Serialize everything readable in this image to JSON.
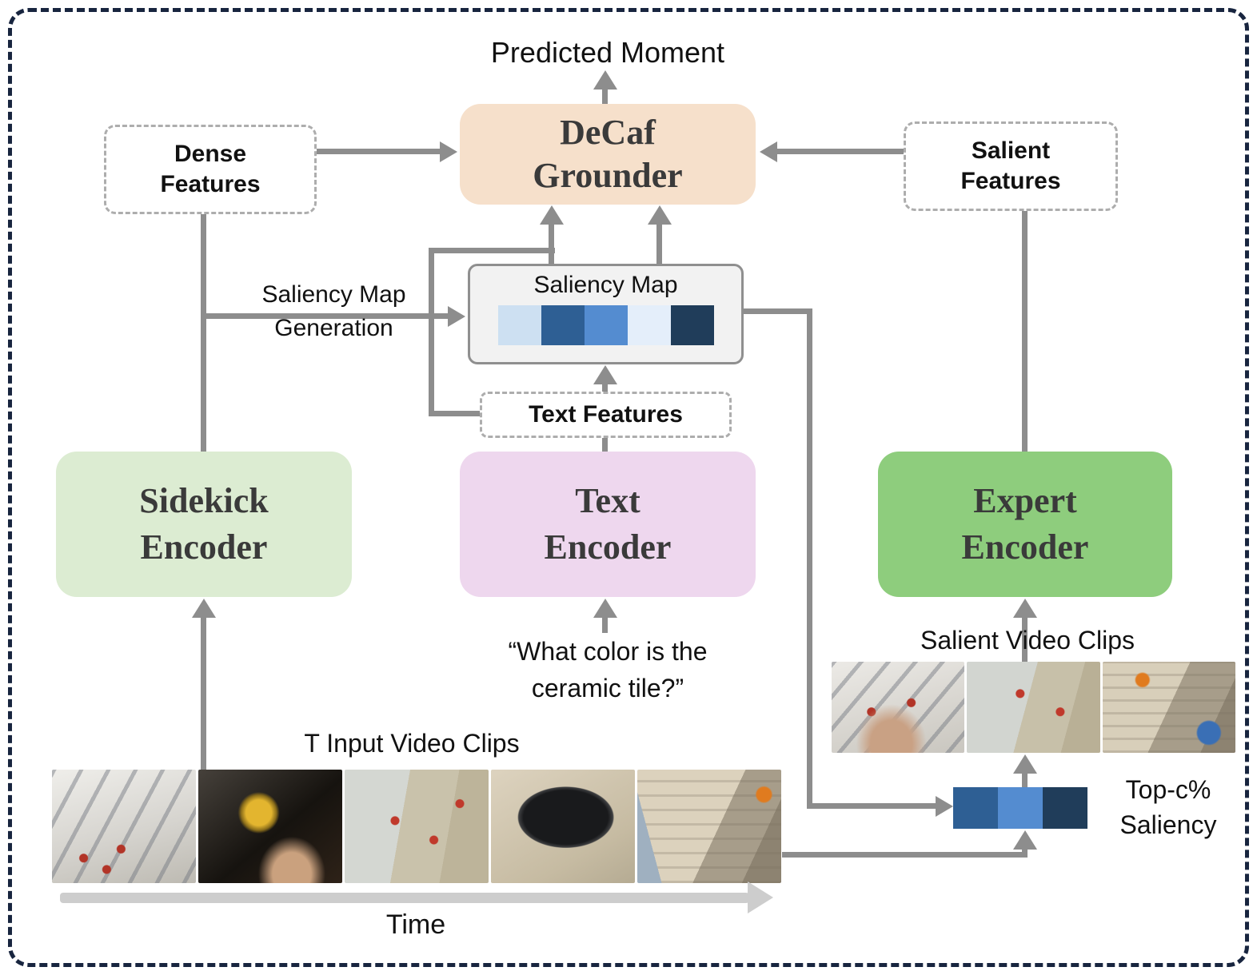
{
  "predicted_moment": "Predicted Moment",
  "grounder": {
    "label": "DeCaf\nGrounder",
    "color": "#f6e0cb"
  },
  "dense_features": {
    "label": "Dense\nFeatures"
  },
  "salient_features": {
    "label": "Salient\nFeatures"
  },
  "saliency_map": {
    "label": "Saliency Map",
    "cells": [
      "#cde0f2",
      "#2e5f94",
      "#548cd0",
      "#e4eefa",
      "#203d5a"
    ]
  },
  "saliency_generation": {
    "label": "Saliency Map\nGeneration"
  },
  "text_features": {
    "label": "Text Features"
  },
  "sidekick_encoder": {
    "label": "Sidekick\nEncoder",
    "color": "#dcecd2"
  },
  "text_encoder": {
    "label": "Text\nEncoder",
    "color": "#eed7ee"
  },
  "expert_encoder": {
    "label": "Expert\nEncoder",
    "color": "#8ecd7d"
  },
  "query": {
    "text": "“What color is the\nceramic tile?”"
  },
  "input_clips": {
    "label": "T Input Video Clips",
    "count": 5,
    "clips": [
      "marble tile wall with red tile levelers",
      "hand drilling with yellow drill",
      "cut tiles and red spacers on carpet",
      "black tool case on carpet",
      "cement backer board installation"
    ]
  },
  "salient_clips": {
    "label": "Salient Video Clips",
    "count": 3,
    "clips": [
      "hand placing marble tile with levelers",
      "cut tiles and red spacers on carpet",
      "cement backer board installation with blue glove"
    ]
  },
  "top_saliency": {
    "label": "Top-c%\nSaliency",
    "cells": [
      "#2e5f94",
      "#548cd0",
      "#203d5a"
    ]
  },
  "time_axis": {
    "label": "Time"
  }
}
